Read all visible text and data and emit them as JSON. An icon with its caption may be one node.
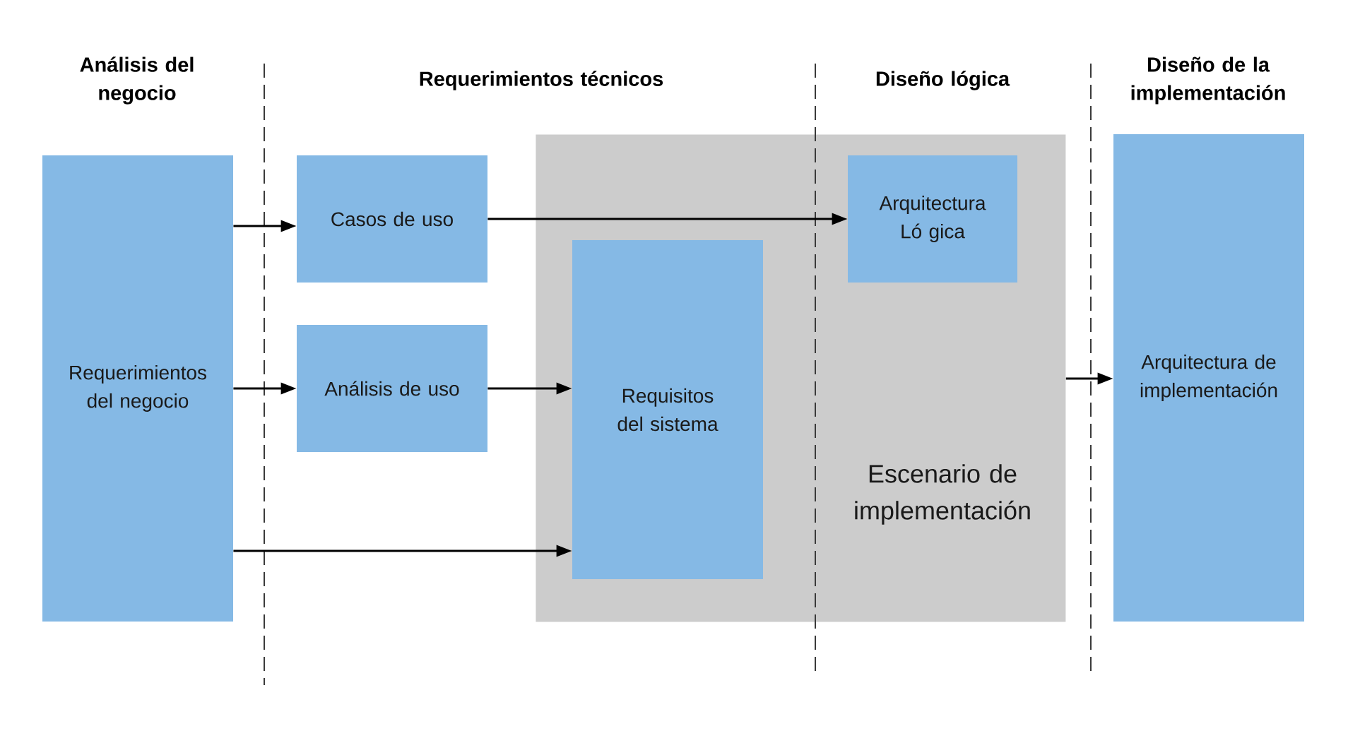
{
  "diagram": {
    "nodes": [
      {
        "text": [
          "Requerimientos del negocio"
        ]
      },
      {
        "text": [
          "Casos de uso"
        ]
      },
      {
        "text": [
          "Análisis de uso"
        ]
      },
      {
        "text": [
          "Escenario de implementación"
        ]
      },
      {
        "text": [
          "Requisitos del sistema"
        ],
        "in": 3
      },
      {
        "text": [
          "Arquitectura Ló gica"
        ],
        "in": 3
      },
      {
        "text": [
          "Arquitectura de implementación"
        ]
      }
    ],
    "edges": [
      {
        "from": 0,
        "to": 1,
        "arrow": "to"
      },
      {
        "from": 0,
        "to": 2,
        "arrow": "to"
      },
      {
        "from": 0,
        "to": 4,
        "arrow": "to"
      },
      {
        "from": 1,
        "to": 5,
        "arrow": "to"
      },
      {
        "from": 2,
        "to": 4,
        "arrow": "to"
      },
      {
        "from": 3,
        "to": 6,
        "arrow": "to"
      }
    ],
    "labels": [
      "Análisis del negocio",
      "Requerimientos técnicos",
      "Diseño lógica",
      "Diseño de la implementación"
    ]
  }
}
